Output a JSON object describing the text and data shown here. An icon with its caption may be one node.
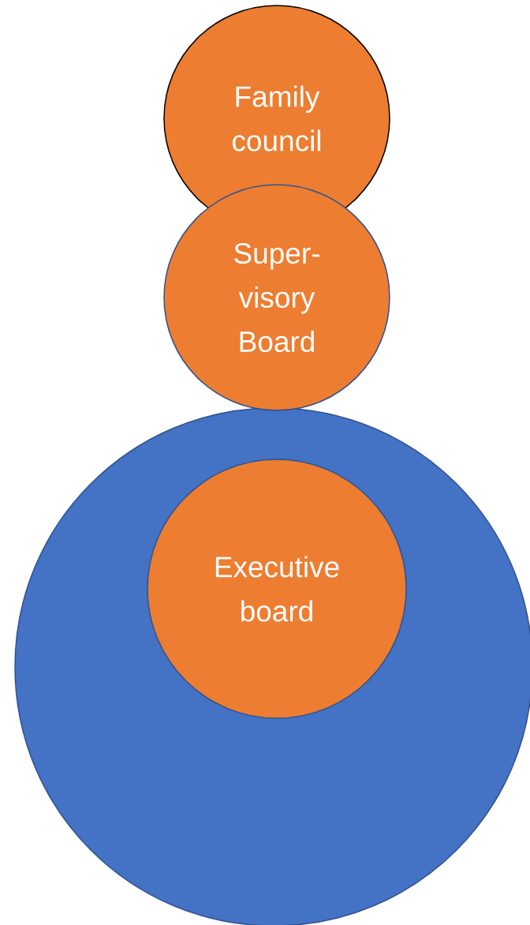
{
  "diagram": {
    "nodes": [
      {
        "text": [
          "Family council"
        ]
      },
      {
        "text": [
          "Super- visory Board"
        ]
      },
      {
        "text": [],
        "shape": "circle"
      },
      {
        "text": [
          "Executive board"
        ],
        "in": 2
      }
    ]
  }
}
